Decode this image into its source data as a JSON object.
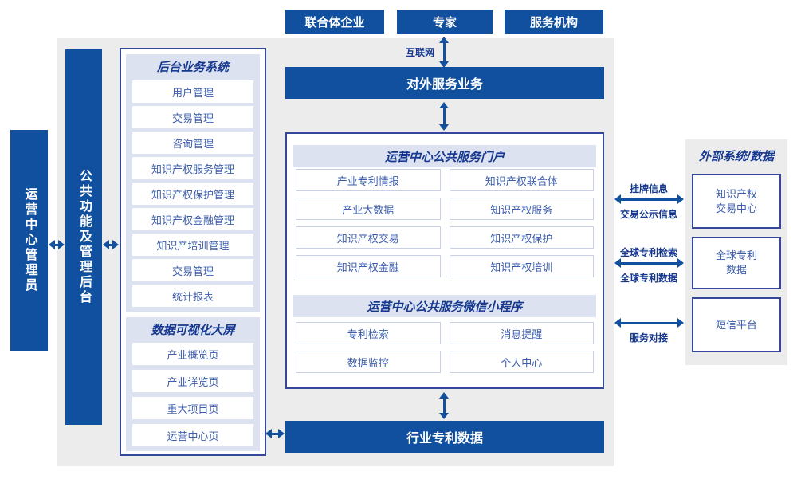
{
  "colors": {
    "primary_blue": "#10509e",
    "navy_border": "#35479b",
    "header_text": "#16398f",
    "item_text": "#3b5cab",
    "lavender_panel": "#dde2f1",
    "gray_background": "#ececec"
  },
  "top_actors": {
    "consortium": "联合体企业",
    "experts": "专家",
    "agencies": "服务机构"
  },
  "internet_label": "互联网",
  "external_service_bar": "对外服务业务",
  "left_rails": {
    "admin": "运营中心管理员",
    "backend": "公共功能及管理后台"
  },
  "backend_panel": {
    "title": "后台业务系统",
    "items": [
      "用户管理",
      "交易管理",
      "咨询管理",
      "知识产权服务管理",
      "知识产权保护管理",
      "知识产权金融管理",
      "知识产培训管理",
      "交易管理",
      "统计报表"
    ]
  },
  "dashboard_panel": {
    "title": "数据可视化大屏",
    "items": [
      "产业概览页",
      "产业详览页",
      "重大项目页",
      "运营中心页"
    ]
  },
  "portal": {
    "title": "运营中心公共服务门户",
    "items": [
      "产业专利情报",
      "知识产权联合体",
      "产业大数据",
      "知识产权服务",
      "知识产权交易",
      "知识产权保护",
      "知识产权金融",
      "知识产权培训"
    ]
  },
  "miniprogram": {
    "title": "运营中心公共服务微信小程序",
    "items": [
      "专利检索",
      "消息提醒",
      "数据监控",
      "个人中心"
    ]
  },
  "industry_data_bar": "行业专利数据",
  "external_systems": {
    "title": "外部系统/数据",
    "items": [
      "知识产权\n交易中心",
      "全球专利\n数据",
      "短信平台"
    ]
  },
  "link_labels": {
    "listing_info": "挂牌信息",
    "trade_publicity": "交易公示信息",
    "global_patent_search": "全球专利检索",
    "global_patent_data": "全球专利数据",
    "service_connect": "服务对接"
  }
}
